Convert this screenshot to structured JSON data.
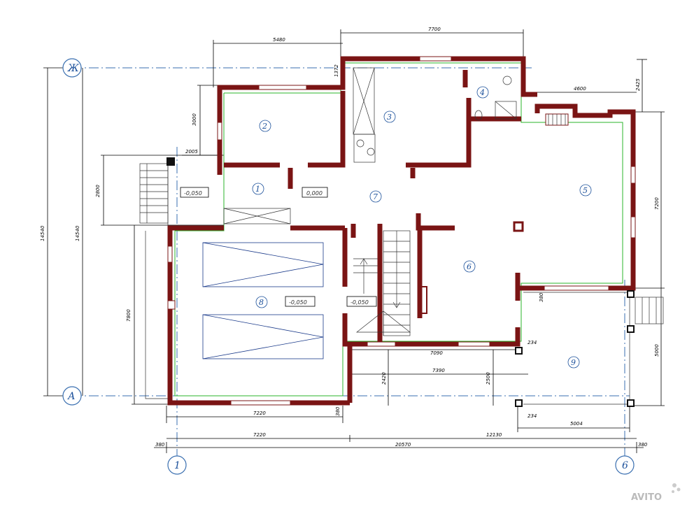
{
  "dimensions": {
    "top_7700": "7700",
    "top_5480": "5480",
    "top_1372": "1372",
    "top_4600": "4600",
    "top_2425": "2425",
    "left_3000": "3000",
    "left_2005": "2005",
    "left_2800": "2800",
    "left_7800": "7800",
    "left_14540_outer": "14540",
    "left_14540_inner": "14540",
    "right_7200": "7200",
    "right_5000": "5000",
    "mid_7090": "7090",
    "mid_7390": "7390",
    "mid_2420": "2420",
    "mid_2500": "2500",
    "mid_380": "380",
    "col_234_a": "234",
    "col_234_b": "234",
    "bot_5004": "5004",
    "bot_7220": "7220",
    "bot_380": "380",
    "bot_7220_b": "7220",
    "bot_12130": "12130",
    "bot_380_l": "380",
    "bot_20570": "20570",
    "bot_380_r": "380"
  },
  "levels": {
    "porch": "-0,050",
    "hall": "0,000",
    "garage": "-0,050",
    "stair": "-0,050"
  },
  "rooms": [
    "1",
    "2",
    "3",
    "4",
    "5",
    "6",
    "7",
    "8",
    "9"
  ],
  "axes": {
    "top_left": "Ж",
    "bottom_left": "А",
    "bottom_1": "1",
    "bottom_6": "6"
  },
  "watermark": "AVITO"
}
